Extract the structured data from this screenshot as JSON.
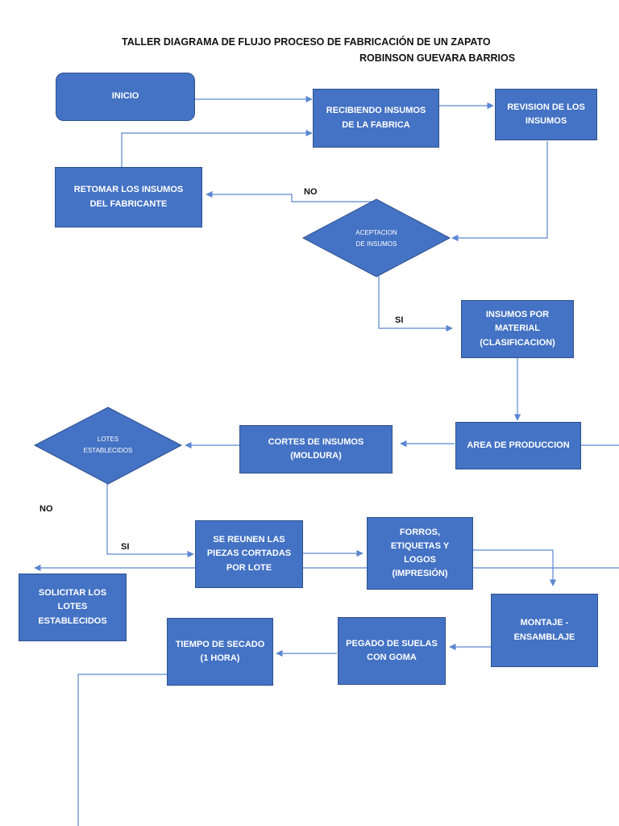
{
  "header": {
    "title": "TALLER DIAGRAMA DE FLUJO PROCESO DE FABRICACIÓN DE UN ZAPATO",
    "author": "ROBINSON GUEVARA BARRIOS"
  },
  "nodes": {
    "inicio": "INICIO",
    "recibiendo": "RECIBIENDO INSUMOS\nDE LA FABRICA",
    "revision": "REVISION DE LOS\nINSUMOS",
    "retomar": "RETOMAR LOS INSUMOS\nDEL FABRICANTE",
    "aceptacion": "ACEPTACION\nDE INSUMOS",
    "insumos_material": "INSUMOS POR\nMATERIAL\n(CLASIFICACION)",
    "area_produccion": "AREA DE PRODUCCION",
    "cortes": "CORTES DE INSUMOS\n(MOLDURA)",
    "lotes": "LOTES\nESTABLECIDOS",
    "reunen": "SE REUNEN LAS\nPIEZAS CORTADAS\nPOR LOTE",
    "forros": "FORROS,\nETIQUETAS Y\nLOGOS\n(IMPRESIÓN)",
    "solicitar": "SOLICITAR LOS\nLOTES\nESTABLECIDOS",
    "montaje": "MONTAJE -\nENSAMBLAJE",
    "pegado": "PEGADO DE SUELAS\nCON GOMA",
    "secado": "TIEMPO DE SECADO\n(1 HORA)"
  },
  "edge_labels": {
    "no_aceptacion": "NO",
    "si_aceptacion": "SI",
    "no_lotes": "NO",
    "si_lotes": "SI"
  },
  "colors": {
    "box_fill": "#4472C4",
    "box_border": "#2F528F",
    "connector": "#5B87D0"
  }
}
